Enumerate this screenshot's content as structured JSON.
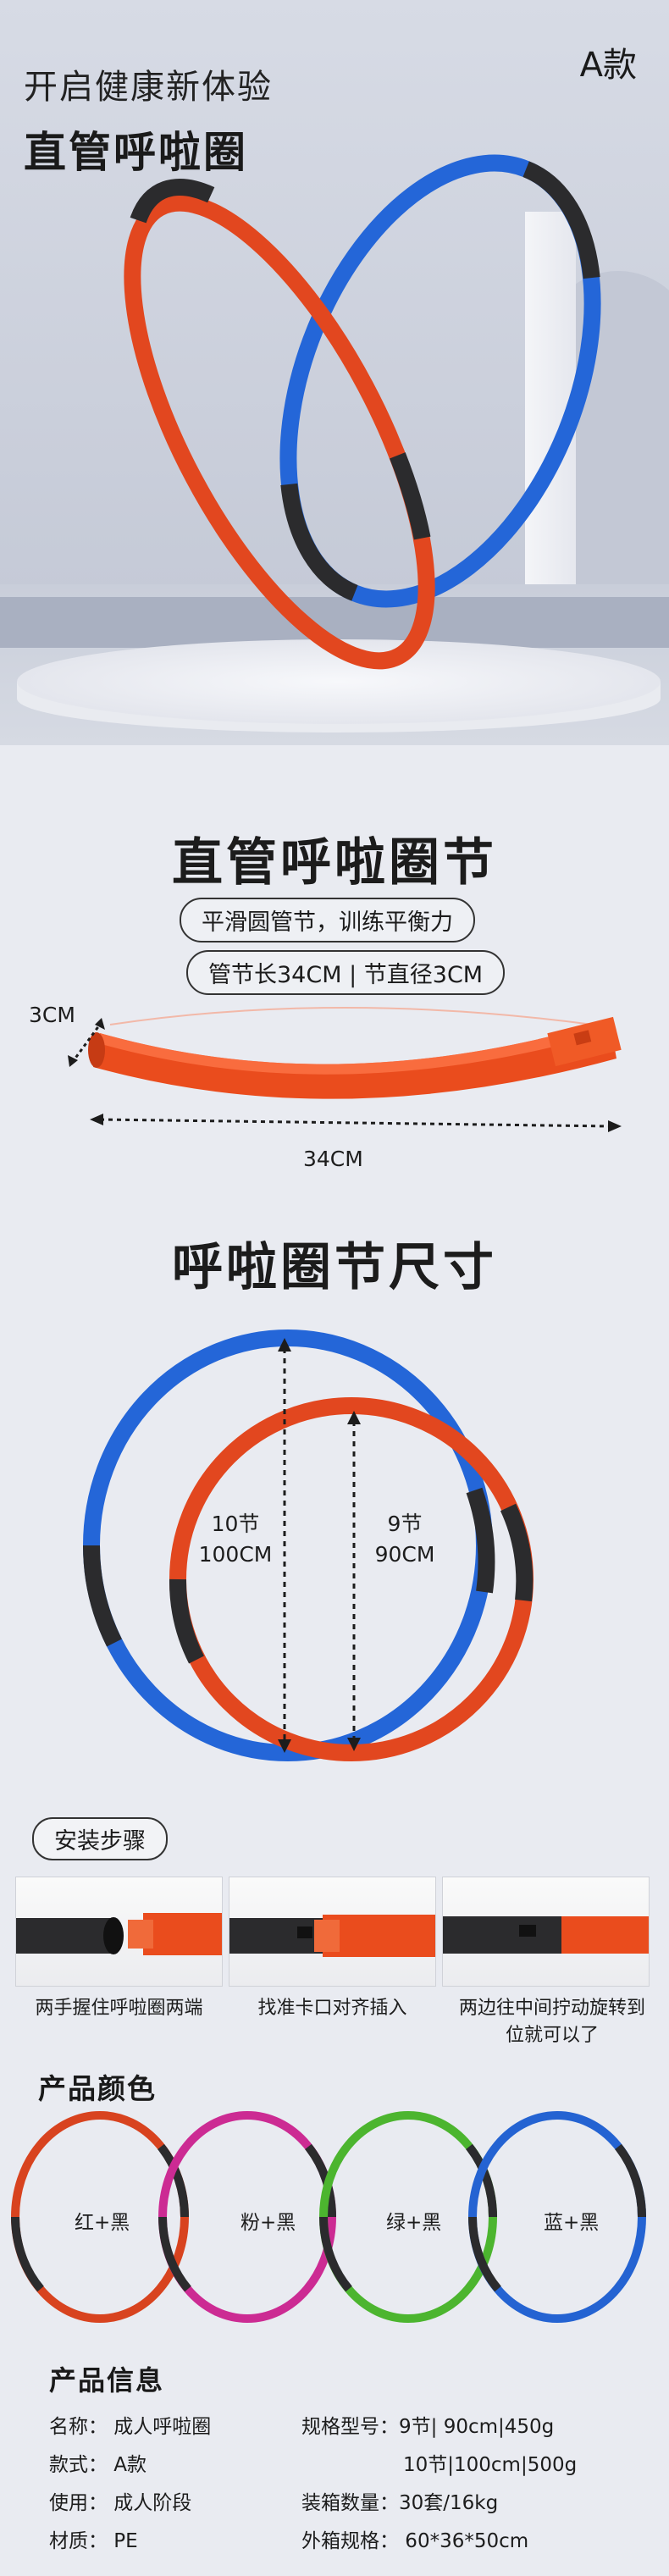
{
  "hero": {
    "subtitle": "开启健康新体验",
    "title": "直管呼啦圈",
    "variant": "A款",
    "colors": {
      "orange": "#e2471f",
      "blue": "#2466d8",
      "black": "#2b2b2d"
    }
  },
  "segment": {
    "title": "直管呼啦圈节",
    "feature_pill": "平滑圆管节，训练平衡力",
    "spec_pill": "管节长34CM | 节直径3CM",
    "diameter_label": "3CM",
    "length_label": "34CM"
  },
  "size": {
    "title": "呼啦圈节尺寸",
    "hoop_big": {
      "segments": "10节",
      "diameter": "100CM"
    },
    "hoop_small": {
      "segments": "9节",
      "diameter": "90CM"
    }
  },
  "install": {
    "label": "安装步骤",
    "steps": [
      {
        "caption": "两手握住呼啦圈两端"
      },
      {
        "caption": "找准卡口对齐插入"
      },
      {
        "caption_line1": "两边往中间拧动旋转到",
        "caption_line2": "位就可以了"
      }
    ]
  },
  "colors": {
    "title": "产品颜色",
    "options": [
      {
        "label": "红+黑",
        "color": "#d8431f"
      },
      {
        "label": "粉+黑",
        "color": "#cc2b93"
      },
      {
        "label": "绿+黑",
        "color": "#4cb52f"
      },
      {
        "label": "蓝+黑",
        "color": "#2463d2"
      }
    ]
  },
  "info": {
    "title": "产品信息",
    "name": "名称：  成人呼啦圈",
    "style": "款式：  A款",
    "usage": "使用：  成人阶段",
    "material": "材质：  PE",
    "spec_line1": "规格型号：9节|  90cm|450g",
    "spec_line2": "10节|100cm|500g",
    "box_qty": "装箱数量：30套/16kg",
    "box_size": "外箱规格：  60*36*50cm"
  }
}
